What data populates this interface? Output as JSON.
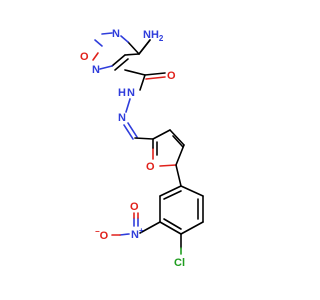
{
  "atoms": {
    "amine": "NH2",
    "amine_main": "NH",
    "amine_sub": "2",
    "furazan_n_top": "N",
    "furazan_o": "O",
    "furazan_n_bottom": "N",
    "carbonyl_o": "O",
    "hydrazide_nh": "NH",
    "hydrazide_h": "H",
    "imine_n": "N",
    "hydrazone_n": "N",
    "furan_o": "O",
    "nitro_n": "N",
    "nitro_plus": "+",
    "nitro_o_top": "O",
    "nitro_o_minus": "O",
    "nitro_minus": "−",
    "chlorine": "Cl"
  },
  "colors": {
    "carbon": "#000000",
    "nitrogen": "#2f3ddb",
    "oxygen": "#e0211b",
    "chlorine": "#1f9d1f"
  }
}
